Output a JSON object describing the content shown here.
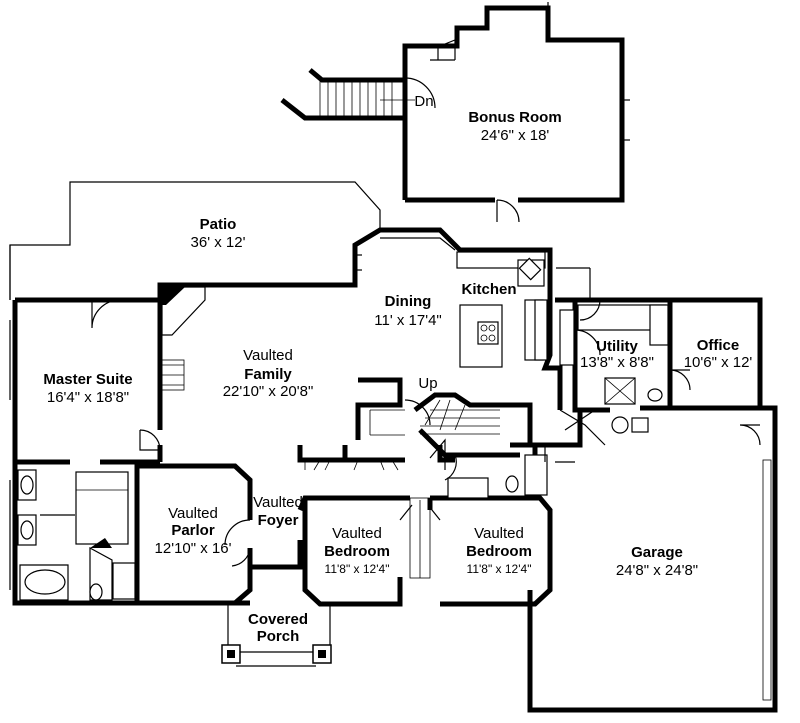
{
  "rooms": {
    "bonus": {
      "name": "Bonus Room",
      "dims": "24'6\" x 18'"
    },
    "stair_dn": {
      "label": "Dn"
    },
    "patio": {
      "name": "Patio",
      "dims": "36' x 12'"
    },
    "dining": {
      "name": "Dining",
      "dims": "11' x 17'4\""
    },
    "kitchen": {
      "name": "Kitchen"
    },
    "utility": {
      "name": "Utility",
      "dims": "13'8\" x 8'8\""
    },
    "office": {
      "name": "Office",
      "dims": "10'6\" x 12'"
    },
    "master": {
      "name": "Master Suite",
      "dims": "16'4\" x 18'8\""
    },
    "family": {
      "prefix": "Vaulted",
      "name": "Family",
      "dims": "22'10\" x 20'8\""
    },
    "stair_up": {
      "label": "Up"
    },
    "parlor": {
      "prefix": "Vaulted",
      "name": "Parlor",
      "dims": "12'10\" x 16'"
    },
    "foyer": {
      "prefix": "Vaulted",
      "name": "Foyer"
    },
    "bedroom1": {
      "prefix": "Vaulted",
      "name": "Bedroom",
      "dims": "11'8\" x 12'4\""
    },
    "bedroom2": {
      "prefix": "Vaulted",
      "name": "Bedroom",
      "dims": "11'8\" x 12'4\""
    },
    "garage": {
      "name": "Garage",
      "dims": "24'8\" x 24'8\""
    },
    "porch": {
      "name1": "Covered",
      "name2": "Porch"
    }
  }
}
